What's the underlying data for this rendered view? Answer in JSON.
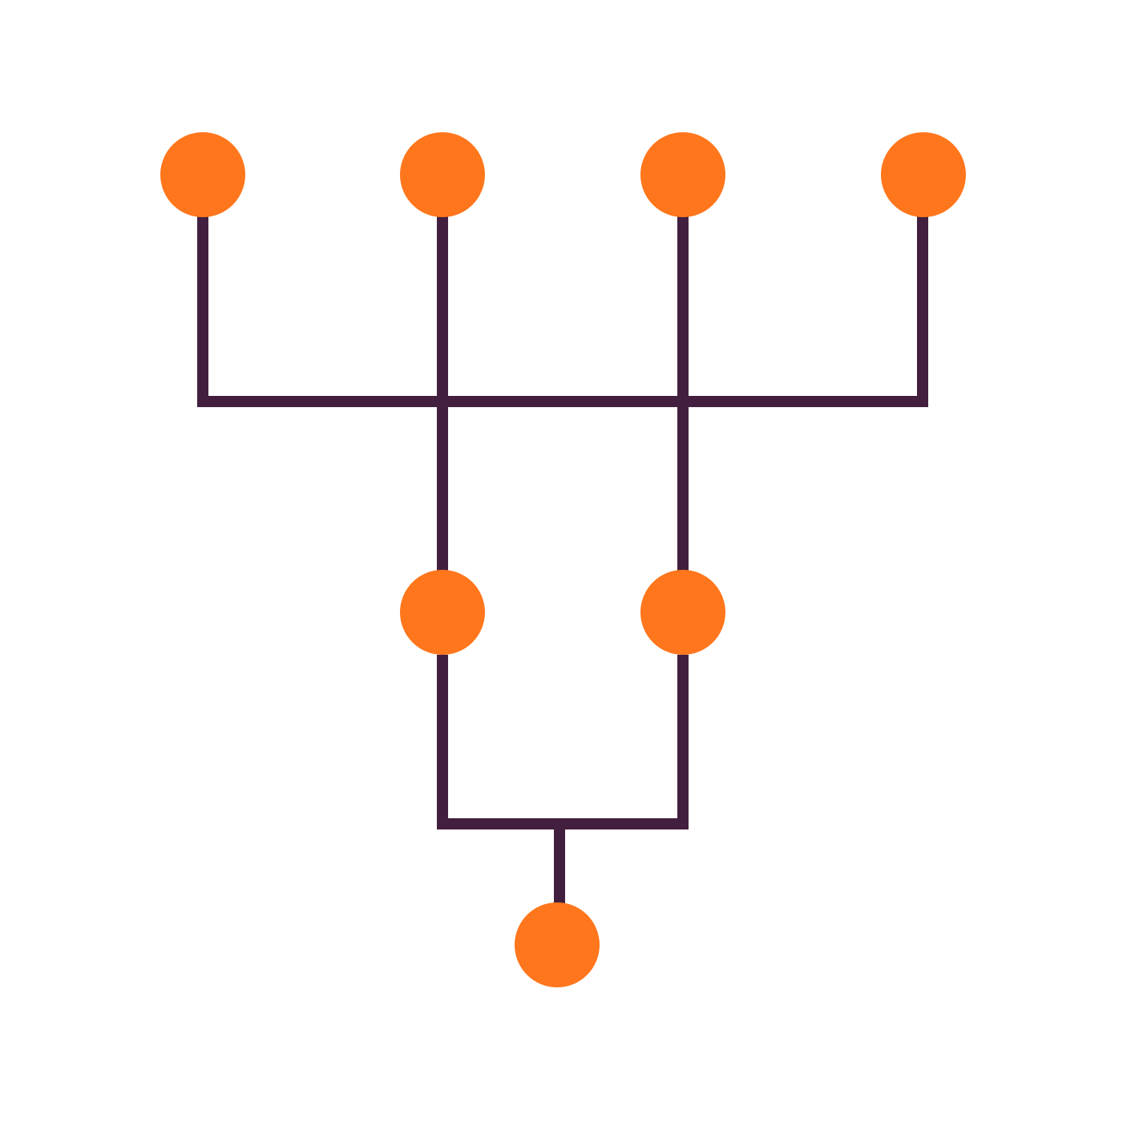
{
  "colors": {
    "background": "#ffffff",
    "node": "#ff761c",
    "connector": "#421f3e"
  },
  "diagram": {
    "structure": "branching tree",
    "node_count": 7,
    "levels": [
      {
        "level": "top",
        "node_count": 4
      },
      {
        "level": "middle",
        "node_count": 2
      },
      {
        "level": "bottom",
        "node_count": 1
      }
    ]
  }
}
